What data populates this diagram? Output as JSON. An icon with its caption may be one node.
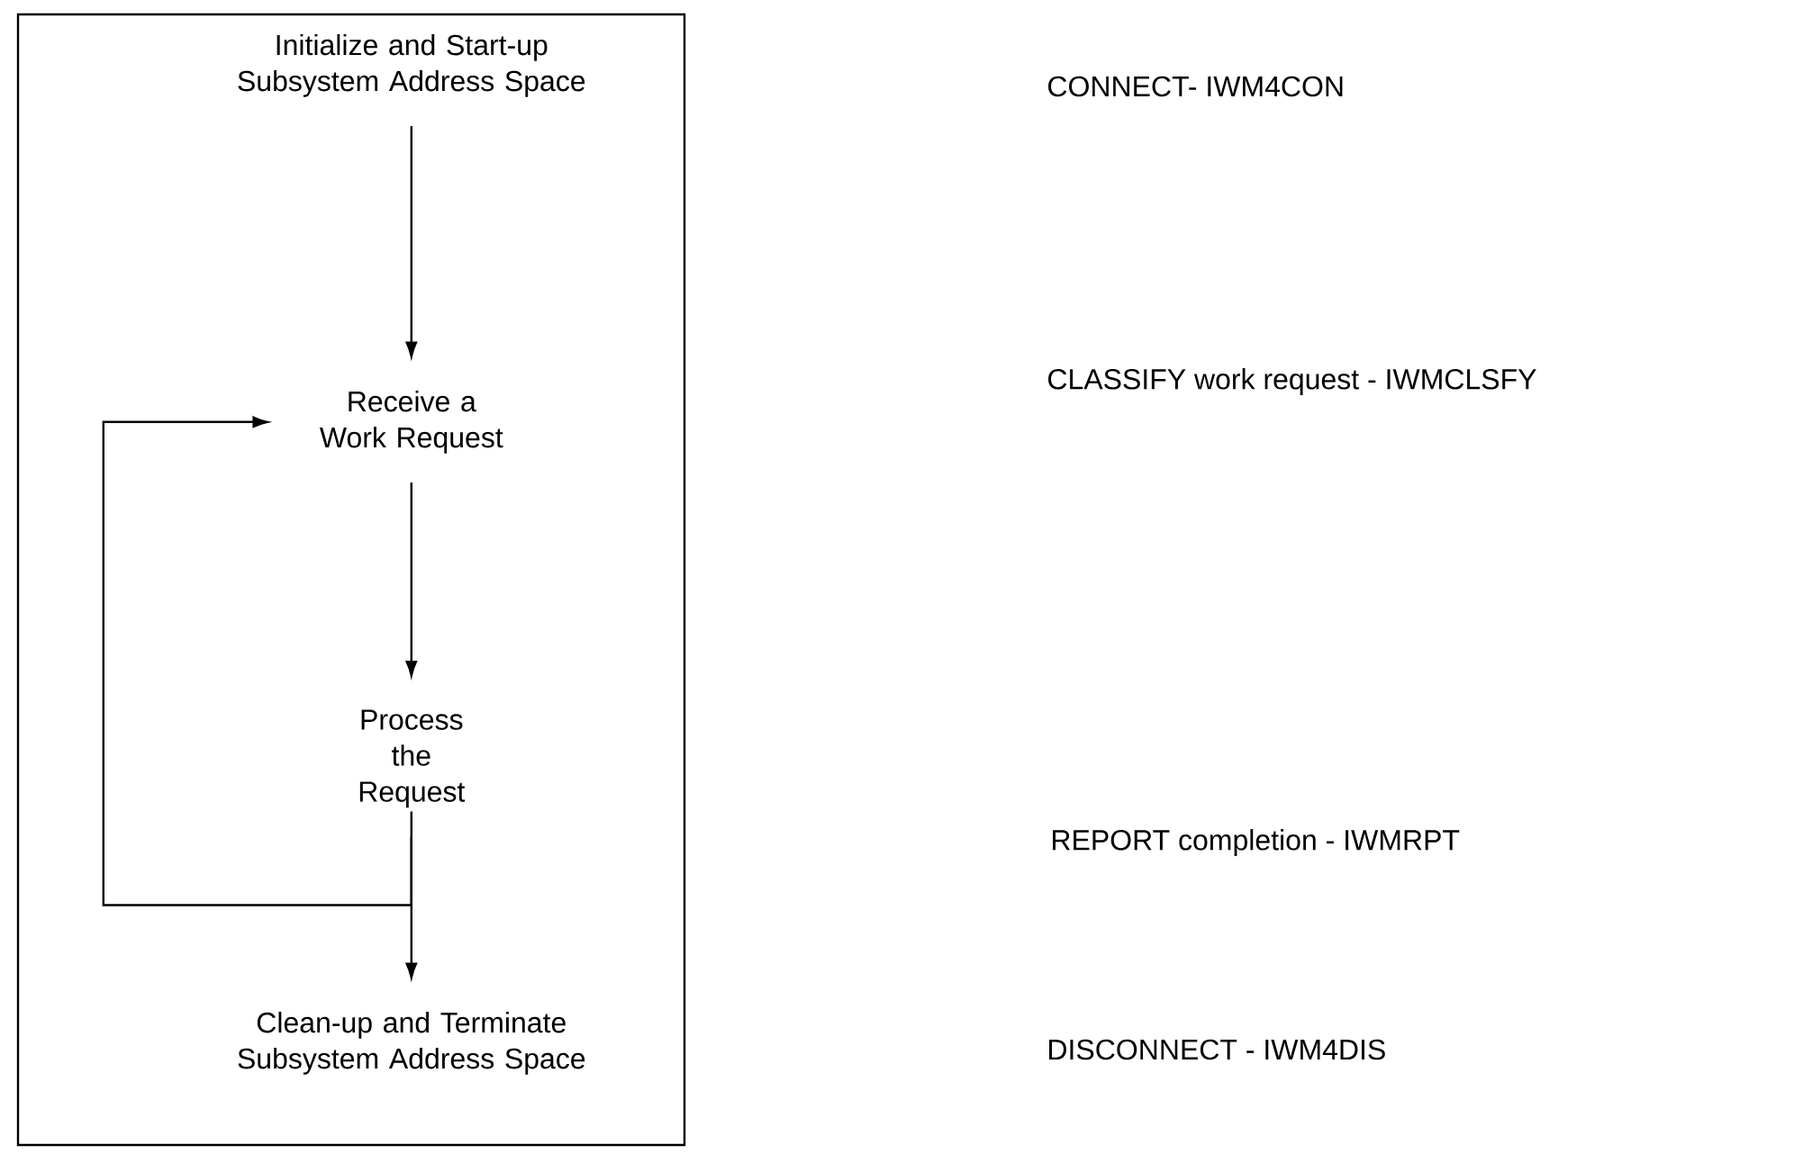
{
  "diagram": {
    "nodes": [
      {
        "text": [],
        "shape": "box"
      },
      {
        "text": [
          "Initialize and Start-up Subsystem Address Space"
        ],
        "in": 0
      },
      {
        "text": [
          "Receive a Work Request"
        ],
        "in": 0
      },
      {
        "text": [
          "Process the Request"
        ],
        "in": 0
      },
      {
        "text": [
          "Clean-up and Terminate Subsystem Address Space"
        ],
        "in": 0
      }
    ],
    "edges": [
      {
        "from": 1,
        "to": 2,
        "arrow": "to"
      },
      {
        "from": 2,
        "to": 3,
        "arrow": "to"
      },
      {
        "from": 3,
        "to": 4,
        "arrow": "to"
      },
      {
        "from": 3,
        "to": 2,
        "arrow": "to"
      }
    ],
    "labels": [
      "CONNECT- IWM4CON",
      "CLASSIFY work request - IWMCLSFY",
      "REPORT completion - IWMRPT",
      "DISCONNECT - IWM4DIS"
    ]
  }
}
